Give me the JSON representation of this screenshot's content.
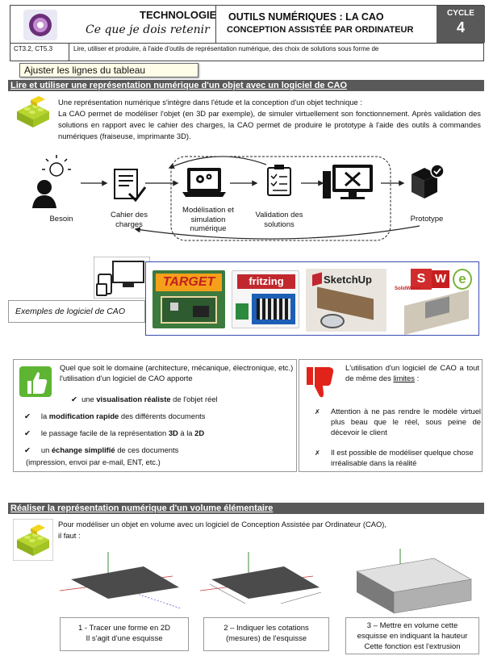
{
  "header": {
    "title": "TECHNOLOGIE",
    "subtitle": "Ce que je dois retenir",
    "topic": "OUTILS NUMÉRIQUES : LA CAO",
    "topic_sub": "CONCEPTION ASSISTÉE PAR ORDINATEUR",
    "cycle_label": "CYCLE",
    "cycle_num": "4"
  },
  "competences": {
    "code": "CT3.2, CT5.3",
    "text": "Lire, utiliser et produire, à l'aide d'outils de représentation numérique, des choix de solutions sous forme de"
  },
  "tooltip": "Ajuster les lignes du tableau",
  "section1": {
    "heading": "Lire et utiliser une représentation numérique d'un objet avec un logiciel de CAO",
    "p1": "Une représentation numérique s'intègre dans l'étude et la conception d'un objet technique :",
    "p2": "La CAO permet de modéliser l'objet (en 3D par exemple), de simuler virtuellement son fonctionnement. Après validation des solutions en rapport avec le cahier des charges, la CAO permet de produire le prototype à l'aide des outils à commandes numériques (fraiseuse, imprimante 3D)."
  },
  "flow": {
    "besoin": "Besoin",
    "cahier": "Cahier des charges",
    "modelisation": "Modélisation et simulation numérique",
    "validation": "Validation des solutions",
    "prototype": "Prototype"
  },
  "software": {
    "caption": "Exemples de logiciel de CAO",
    "items": [
      "TARGET",
      "fritzing",
      "SketchUp",
      "SolidWorks"
    ]
  },
  "advantages": {
    "intro_pre": "Quel que soit le domaine (architecture, mécanique, électronique, etc.) l'utilisation d'un logiciel de CAO apporte",
    "l1a": "une ",
    "l1b": "visualisation réaliste",
    "l1c": " de l'objet réel",
    "l2a": "la ",
    "l2b": "modification rapide",
    "l2c": " des différents documents",
    "l3a": "le passage facile de la représentation ",
    "l3b": "3D",
    "l3c": " à la ",
    "l3d": "2D",
    "l4a": "un ",
    "l4b": "échange simplifié",
    "l4c": " de ces documents",
    "l4d": "(impression, envoi par e-mail, ENT, etc.)"
  },
  "limits": {
    "intro_a": "L'utilisation d'un logiciel de CAO a tout de même des ",
    "intro_b": "limites",
    "intro_c": " :",
    "l1": "Attention à ne pas rendre le modèle virtuel plus beau que le réel, sous peine de décevoir le client",
    "l2": "Il est possible de modéliser quelque chose irréalisable dans la réalité"
  },
  "section2": {
    "heading": "Réaliser la représentation numérique d'un volume élémentaire",
    "p1": "Pour modéliser un objet en volume avec un logiciel de Conception Assistée par Ordinateur (CAO),",
    "p2": "il faut :"
  },
  "steps": [
    {
      "l1": "1 - Tracer une forme en 2D",
      "l2": "Il s'agit d'une esquisse"
    },
    {
      "l1": "2 – Indiquer les cotations",
      "l2": "(mesures) de l'esquisse"
    },
    {
      "l1": "3 – Mettre en volume cette",
      "l2": "esquisse en indiquant la hauteur",
      "l3": "Cette fonction est l'extrusion"
    }
  ],
  "colors": {
    "bar": "#595959",
    "thumb_up": "#5db533",
    "thumb_down": "#e2231a",
    "soft_border": "#3a4bb0"
  }
}
